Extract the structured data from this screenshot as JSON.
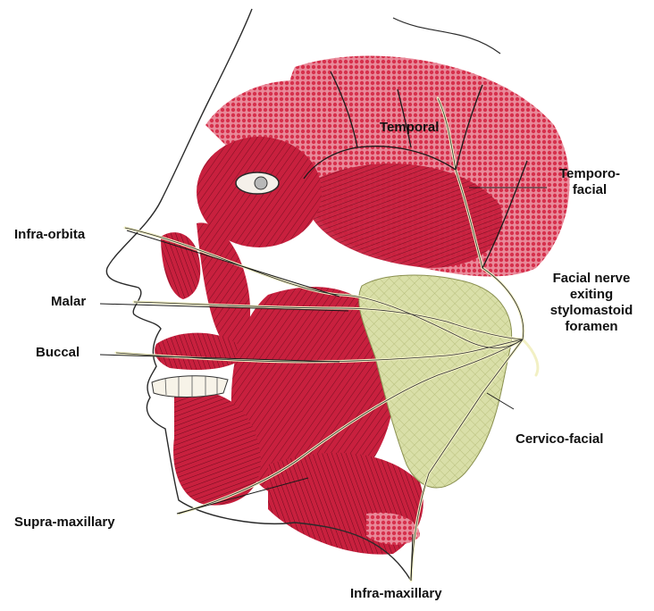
{
  "colors": {
    "muscle": "#c8203e",
    "muscle_light": "#e2506a",
    "parotid": "#d9dfa8",
    "nerve": "#f2f0c4",
    "outline": "#2a2a2a"
  },
  "labels": {
    "temporal": "Temporal",
    "temporo_facial_1": "Temporo-",
    "temporo_facial_2": "facial",
    "infra_orbita": "Infra-orbita",
    "malar": "Malar",
    "buccal": "Buccal",
    "facial_nerve_1": "Facial nerve",
    "facial_nerve_2": "exiting",
    "facial_nerve_3": "stylomastoid",
    "facial_nerve_4": "foramen",
    "cervico_facial": "Cervico-facial",
    "supra_maxillary": "Supra-maxillary",
    "infra_maxillary": "Infra-maxillary"
  }
}
